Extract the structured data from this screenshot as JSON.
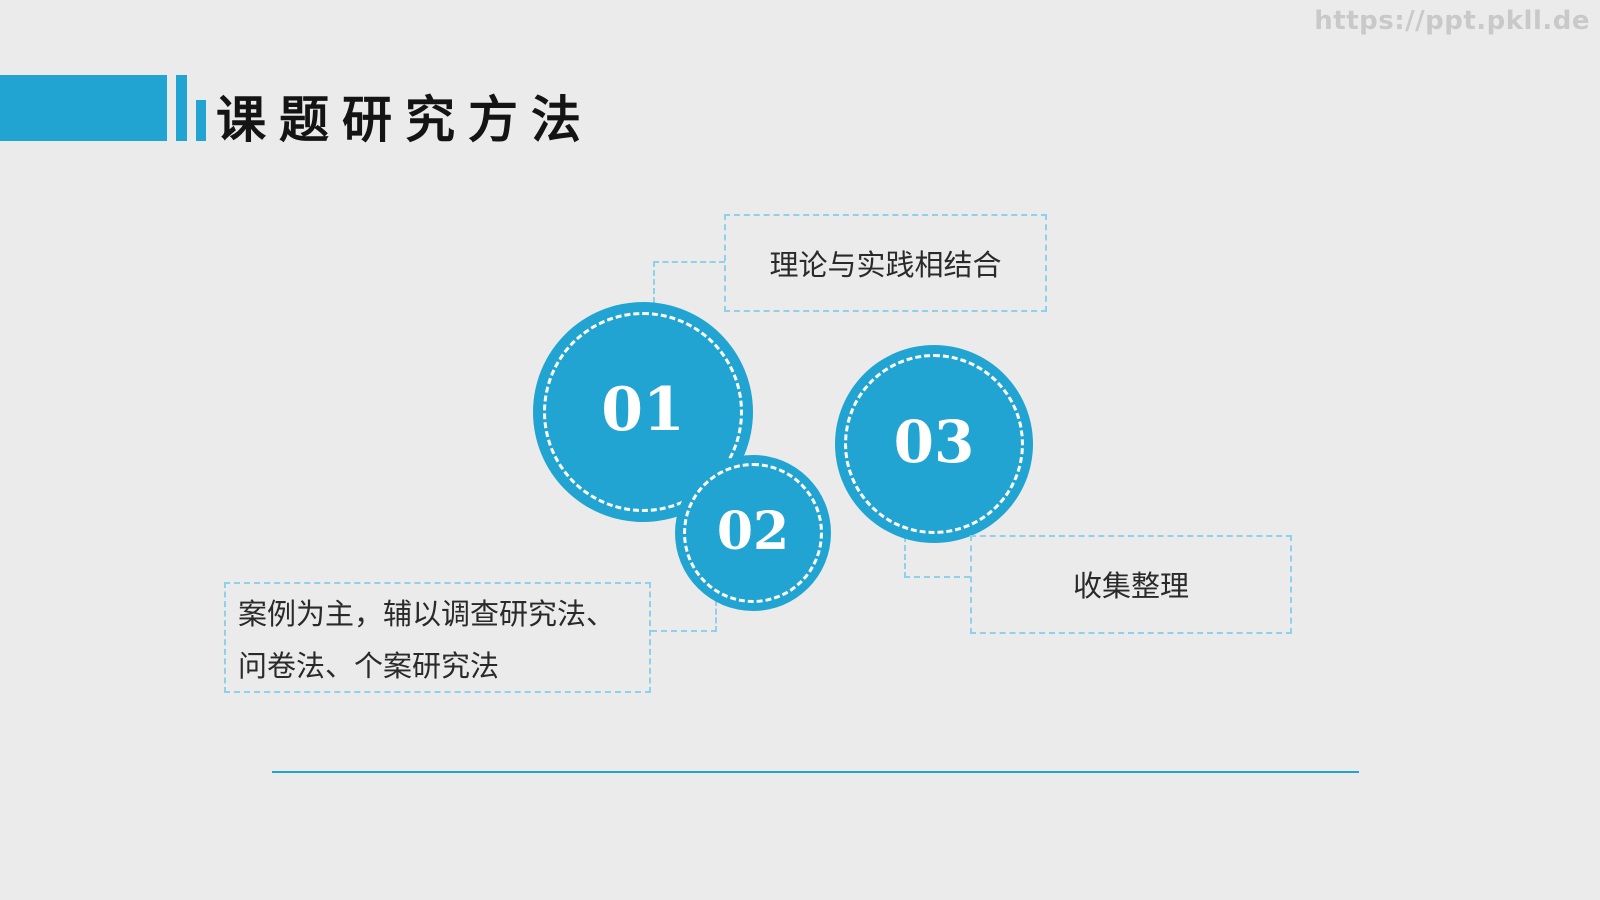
{
  "watermark": "https://ppt.pkll.de",
  "header": {
    "title": "课题研究方法"
  },
  "circles": [
    {
      "number": "01"
    },
    {
      "number": "02"
    },
    {
      "number": "03"
    }
  ],
  "items": [
    {
      "text": "理论与实践相结合"
    },
    {
      "line1": "案例为主，辅以调查研究法、",
      "line2": "问卷法、个案研究法"
    },
    {
      "text": "收集整理"
    }
  ],
  "colors": {
    "accent": "#22a4d3",
    "dashed_border": "#8fd0ea",
    "background": "#ebebeb"
  }
}
